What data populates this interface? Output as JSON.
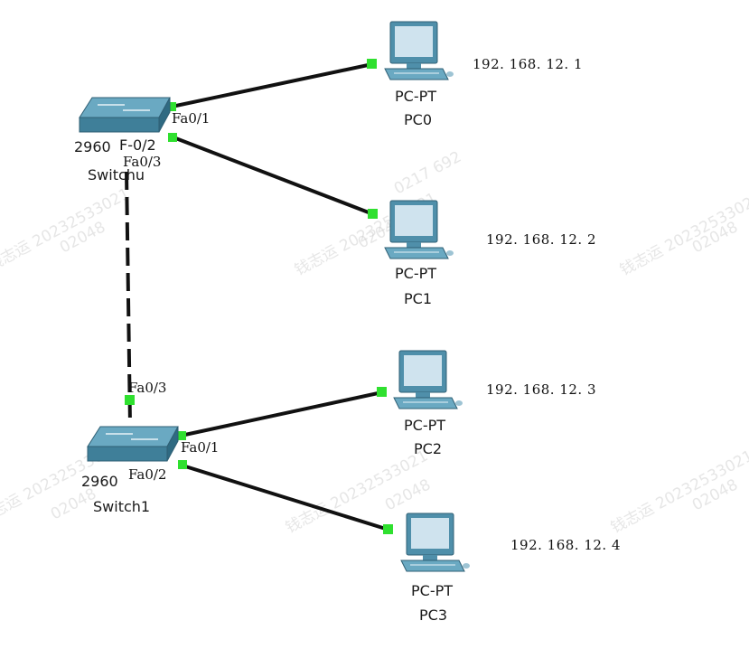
{
  "colors": {
    "link": "#111111",
    "port_dot": "#2fe02f",
    "switch_body": "#3f7f99",
    "switch_top": "#6aa9c2",
    "pc_screen": "#cfe3ee",
    "pc_frame": "#4f8faa",
    "watermark": "#c9c9c9"
  },
  "switches": [
    {
      "id": "switch0",
      "model": "2960",
      "model_overlap": "F-0/2",
      "name": "Switchu",
      "icon": "switch-icon"
    },
    {
      "id": "switch1",
      "model": "2960",
      "model_overlap": "",
      "name": "Switch1",
      "icon": "switch-icon"
    }
  ],
  "pcs": [
    {
      "id": "pc0",
      "type": "PC-PT",
      "name": "PC0",
      "ip": "192. 168. 12. 1",
      "icon": "pc-icon"
    },
    {
      "id": "pc1",
      "type": "PC-PT",
      "name": "PC1",
      "ip": "192. 168. 12. 2",
      "icon": "pc-icon"
    },
    {
      "id": "pc2",
      "type": "PC-PT",
      "name": "PC2",
      "ip": "192. 168. 12. 3",
      "icon": "pc-icon"
    },
    {
      "id": "pc3",
      "type": "PC-PT",
      "name": "PC3",
      "ip": "192. 168. 12. 4",
      "icon": "pc-icon"
    }
  ],
  "links": [
    {
      "from": "switch0",
      "to": "pc0",
      "port": "Fa0/1",
      "style": "solid"
    },
    {
      "from": "switch0",
      "to": "pc1",
      "port": "",
      "style": "solid"
    },
    {
      "from": "switch0",
      "to": "switch1",
      "port": "Fa0/3",
      "port_far": "Fa0/3",
      "style": "dashed"
    },
    {
      "from": "switch1",
      "to": "pc2",
      "port": "Fa0/1",
      "style": "solid"
    },
    {
      "from": "switch1",
      "to": "pc3",
      "port": "Fa0/2",
      "style": "solid"
    }
  ],
  "watermark": {
    "text_name": "钱志运 20232533021",
    "text_code": "02048",
    "text_partial": "0217 692"
  }
}
